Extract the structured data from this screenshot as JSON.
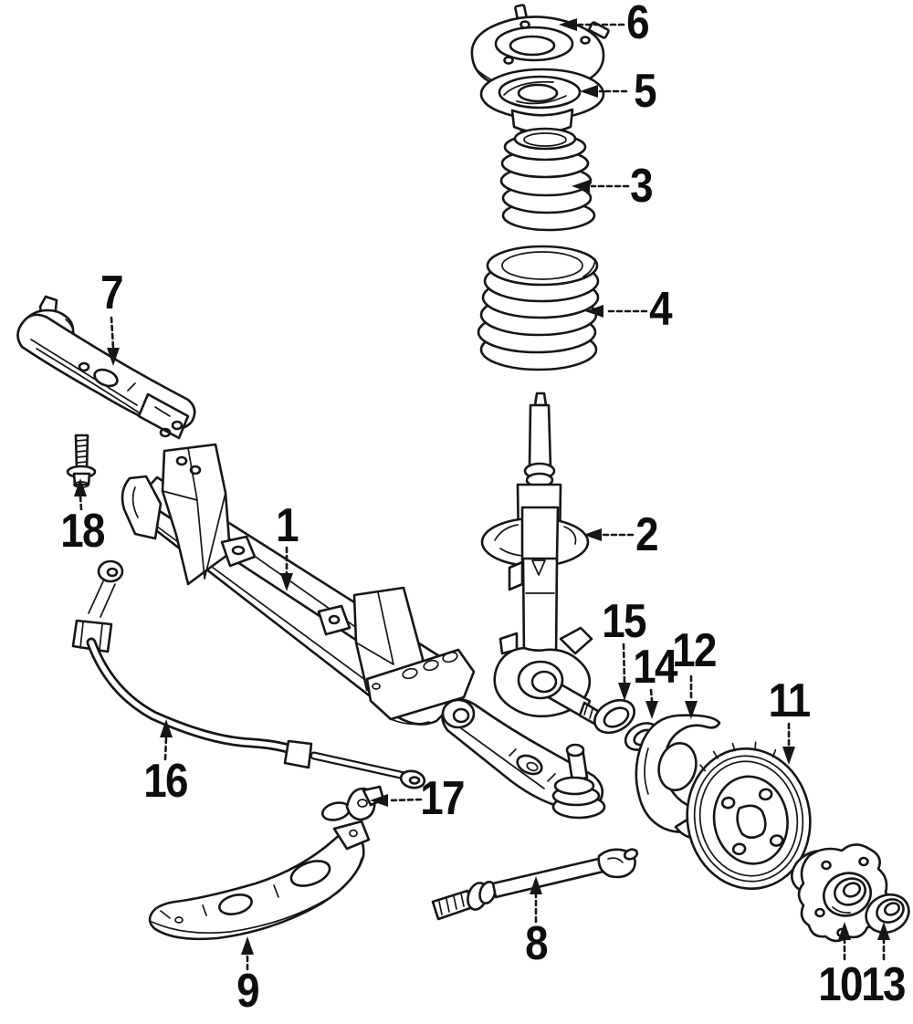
{
  "diagram": {
    "type": "exploded-parts-line-drawing",
    "subject": "front-suspension-components",
    "ink_color": "#161616",
    "background_color": "#ffffff",
    "callouts": [
      {
        "label": "1",
        "part": "crossmember"
      },
      {
        "label": "2",
        "part": "strut-assembly"
      },
      {
        "label": "3",
        "part": "strut-dust-boot"
      },
      {
        "label": "4",
        "part": "coil-spring"
      },
      {
        "label": "5",
        "part": "spring-seat"
      },
      {
        "label": "6",
        "part": "strut-mount"
      },
      {
        "label": "7",
        "part": "control-arm"
      },
      {
        "label": "8",
        "part": "tension-rod"
      },
      {
        "label": "9",
        "part": "gusset-plate"
      },
      {
        "label": "10",
        "part": "wheel-hub"
      },
      {
        "label": "11",
        "part": "brake-rotor"
      },
      {
        "label": "12",
        "part": "splash-shield"
      },
      {
        "label": "13",
        "part": "bearing-cap"
      },
      {
        "label": "14",
        "part": "washer"
      },
      {
        "label": "15",
        "part": "grease-seal"
      },
      {
        "label": "16",
        "part": "stabilizer-bar"
      },
      {
        "label": "17",
        "part": "stabilizer-bracket"
      },
      {
        "label": "18",
        "part": "mounting-bolt"
      }
    ]
  }
}
